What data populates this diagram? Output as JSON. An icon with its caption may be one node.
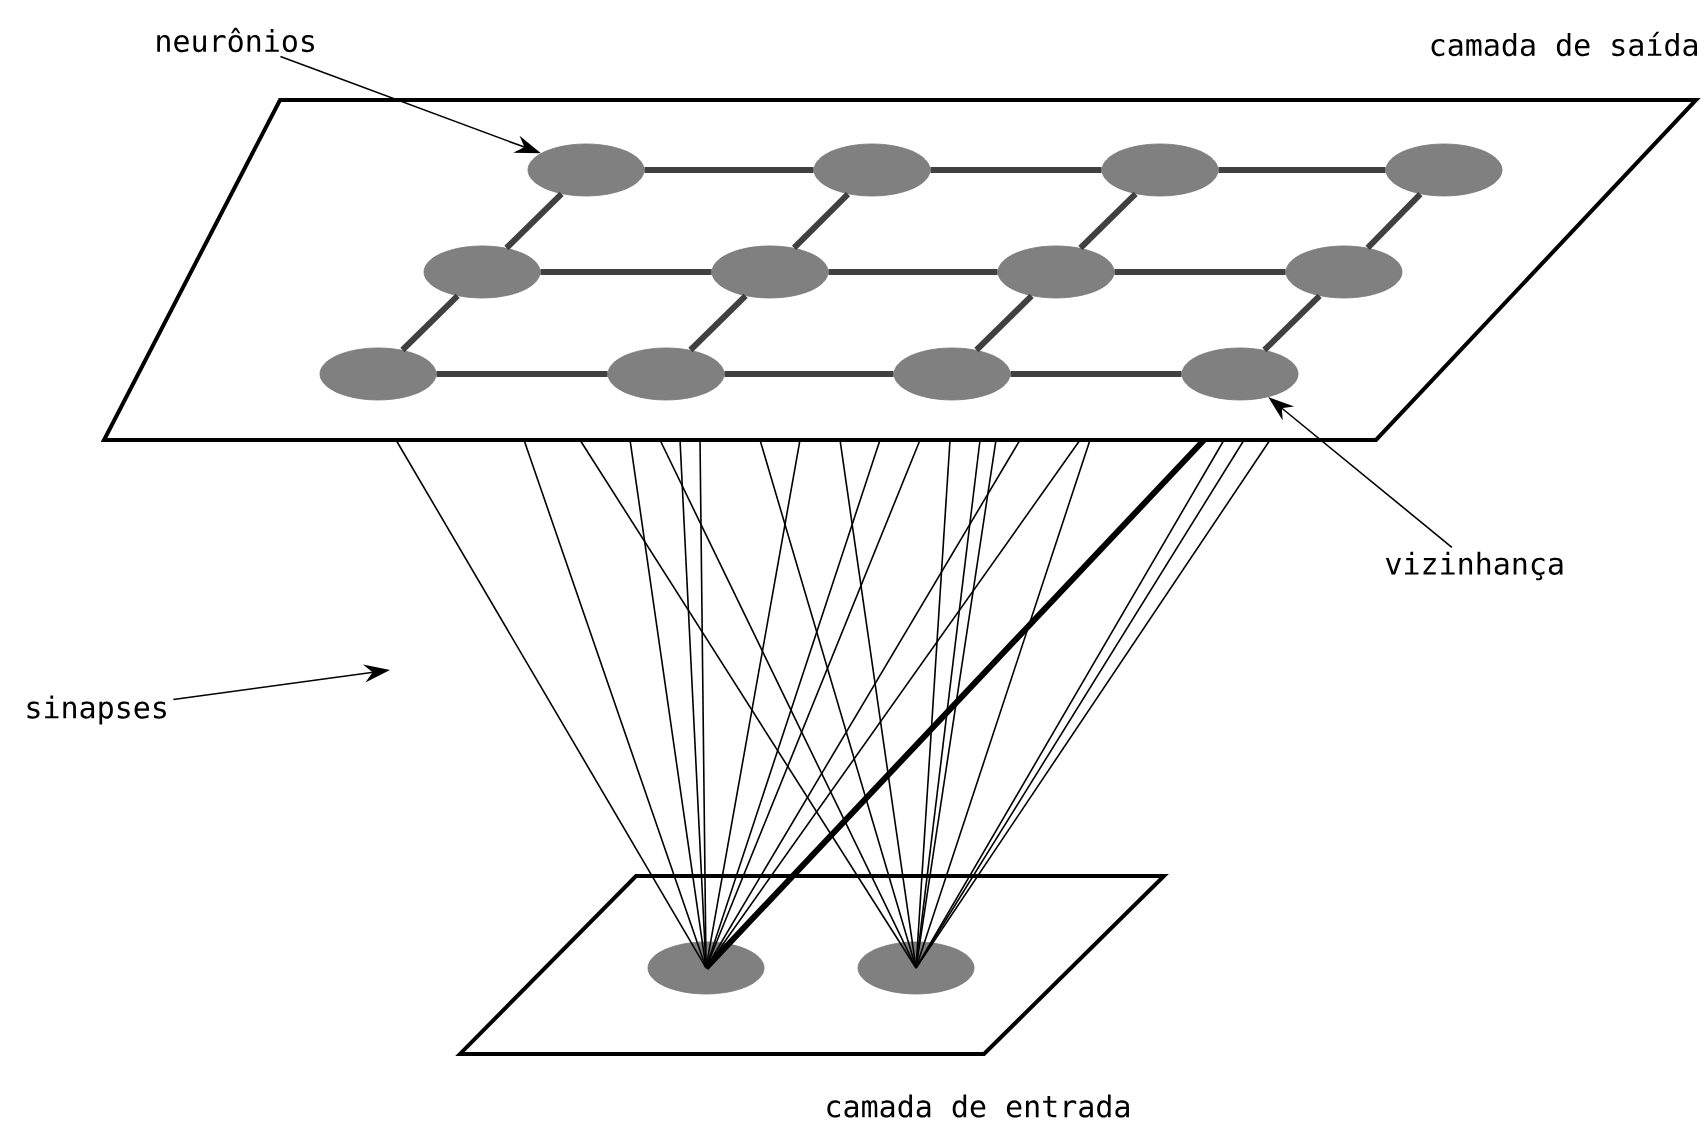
{
  "diagram": {
    "nodes": [
      {
        "text": [
          "camada de saída"
        ]
      },
      {
        "text": [],
        "shape": "ellipse",
        "in": 0
      },
      {
        "text": [],
        "shape": "ellipse",
        "in": 0
      },
      {
        "text": [],
        "shape": "ellipse",
        "in": 0
      },
      {
        "text": [],
        "shape": "ellipse",
        "in": 0
      },
      {
        "text": [],
        "shape": "ellipse",
        "in": 0
      },
      {
        "text": [],
        "shape": "ellipse",
        "in": 0
      },
      {
        "text": [],
        "shape": "ellipse",
        "in": 0
      },
      {
        "text": [],
        "shape": "ellipse",
        "in": 0
      },
      {
        "text": [],
        "shape": "ellipse",
        "in": 0
      },
      {
        "text": [],
        "shape": "ellipse",
        "in": 0
      },
      {
        "text": [],
        "shape": "ellipse",
        "in": 0
      },
      {
        "text": [],
        "shape": "ellipse",
        "in": 0
      },
      {
        "text": [
          "camada de entrada"
        ]
      },
      {
        "text": [],
        "shape": "ellipse",
        "in": 13
      },
      {
        "text": [],
        "shape": "ellipse",
        "in": 13
      },
      {
        "text": [
          "neurônios"
        ]
      },
      {
        "text": [
          "vizinhança"
        ]
      },
      {
        "text": [
          "sinapses"
        ]
      }
    ],
    "edges": [
      {
        "from": 16,
        "to": 1,
        "arrow": "to"
      },
      {
        "from": 17,
        "to": 12,
        "arrow": "to"
      },
      {
        "from": 18,
        "to": null,
        "arrow": "to"
      },
      {
        "from": 1,
        "to": 2,
        "arrow": "none",
        "style": "thick",
        "color": "#404040"
      },
      {
        "from": 2,
        "to": 3,
        "arrow": "none",
        "style": "thick",
        "color": "#404040"
      },
      {
        "from": 3,
        "to": 4,
        "arrow": "none",
        "style": "thick",
        "color": "#404040"
      },
      {
        "from": 5,
        "to": 6,
        "arrow": "none",
        "style": "thick",
        "color": "#404040"
      },
      {
        "from": 6,
        "to": 7,
        "arrow": "none",
        "style": "thick",
        "color": "#404040"
      },
      {
        "from": 7,
        "to": 8,
        "arrow": "none",
        "style": "thick",
        "color": "#404040"
      },
      {
        "from": 9,
        "to": 10,
        "arrow": "none",
        "style": "thick",
        "color": "#404040"
      },
      {
        "from": 10,
        "to": 11,
        "arrow": "none",
        "style": "thick",
        "color": "#404040"
      },
      {
        "from": 11,
        "to": 12,
        "arrow": "none",
        "style": "thick",
        "color": "#404040"
      },
      {
        "from": 1,
        "to": 5,
        "arrow": "none",
        "style": "thick",
        "color": "#404040"
      },
      {
        "from": 2,
        "to": 6,
        "arrow": "none",
        "style": "thick",
        "color": "#404040"
      },
      {
        "from": 3,
        "to": 7,
        "arrow": "none",
        "style": "thick",
        "color": "#404040"
      },
      {
        "from": 4,
        "to": 8,
        "arrow": "none",
        "style": "thick",
        "color": "#404040"
      },
      {
        "from": 5,
        "to": 9,
        "arrow": "none",
        "style": "thick",
        "color": "#404040"
      },
      {
        "from": 6,
        "to": 10,
        "arrow": "none",
        "style": "thick",
        "color": "#404040"
      },
      {
        "from": 7,
        "to": 11,
        "arrow": "none",
        "style": "thick",
        "color": "#404040"
      },
      {
        "from": 8,
        "to": 12,
        "arrow": "none",
        "style": "thick",
        "color": "#404040"
      },
      {
        "from": 14,
        "to": 0,
        "arrow": "none"
      },
      {
        "from": 14,
        "to": 0,
        "arrow": "none"
      },
      {
        "from": 14,
        "to": 0,
        "arrow": "none"
      },
      {
        "from": 14,
        "to": 0,
        "arrow": "none"
      },
      {
        "from": 14,
        "to": 0,
        "arrow": "none"
      },
      {
        "from": 14,
        "to": 0,
        "arrow": "none"
      },
      {
        "from": 14,
        "to": 0,
        "arrow": "none"
      },
      {
        "from": 14,
        "to": 0,
        "arrow": "none"
      },
      {
        "from": 14,
        "to": 0,
        "arrow": "none"
      },
      {
        "from": 14,
        "to": 0,
        "arrow": "none"
      },
      {
        "from": 14,
        "to": 0,
        "arrow": "none",
        "style": "thick"
      },
      {
        "from": 15,
        "to": 0,
        "arrow": "none"
      },
      {
        "from": 15,
        "to": 0,
        "arrow": "none"
      },
      {
        "from": 15,
        "to": 0,
        "arrow": "none"
      },
      {
        "from": 15,
        "to": 0,
        "arrow": "none"
      },
      {
        "from": 15,
        "to": 0,
        "arrow": "none"
      },
      {
        "from": 15,
        "to": 0,
        "arrow": "none"
      },
      {
        "from": 15,
        "to": 0,
        "arrow": "none"
      },
      {
        "from": 15,
        "to": 0,
        "arrow": "none"
      },
      {
        "from": 15,
        "to": 0,
        "arrow": "none"
      },
      {
        "from": 15,
        "to": 0,
        "arrow": "none"
      },
      {
        "from": 15,
        "to": 0,
        "arrow": "none"
      }
    ]
  }
}
